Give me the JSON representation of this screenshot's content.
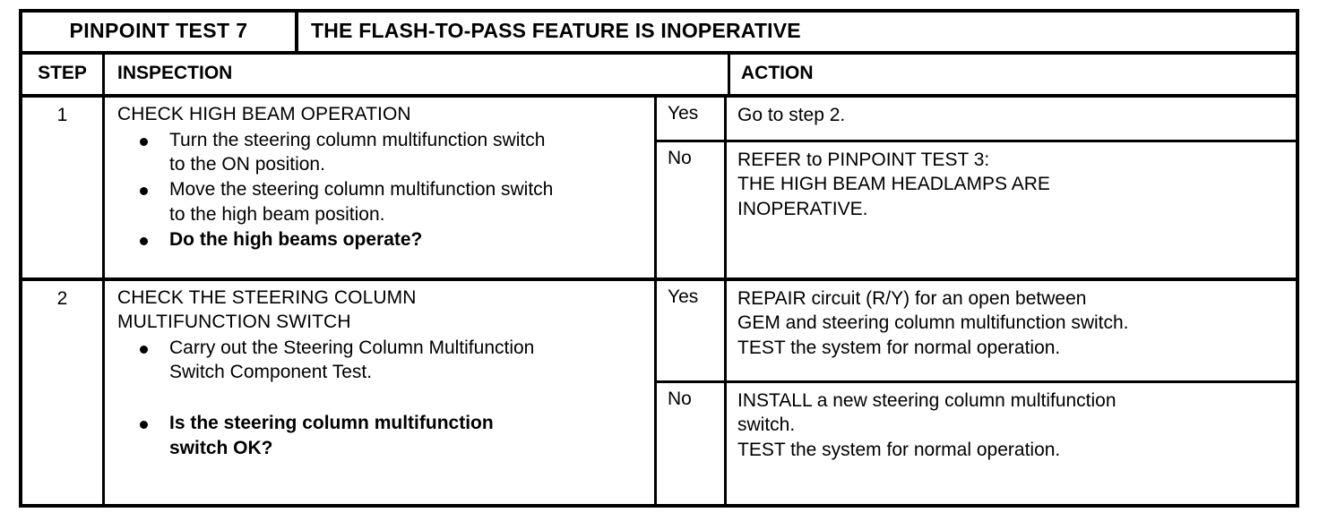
{
  "table": {
    "title": {
      "test_label": "PINPOINT TEST 7",
      "description": "THE FLASH-TO-PASS FEATURE IS INOPERATIVE"
    },
    "columns": {
      "step": "STEP",
      "inspection": "INSPECTION",
      "action": "ACTION"
    },
    "steps": [
      {
        "number": "1",
        "inspection_heading": [
          "CHECK HIGH BEAM OPERATION"
        ],
        "inspection_items": [
          {
            "bold": false,
            "gap": false,
            "lines": [
              "Turn the steering column multifunction switch",
              "to the ON position."
            ]
          },
          {
            "bold": false,
            "gap": false,
            "lines": [
              "Move the steering column multifunction switch",
              "to the high beam position."
            ]
          },
          {
            "bold": true,
            "gap": false,
            "lines": [
              "Do the high beams operate?"
            ]
          }
        ],
        "results": [
          {
            "answer": "Yes",
            "lines": [
              "Go to step 2."
            ]
          },
          {
            "answer": "No",
            "lines": [
              "REFER to  PINPOINT TEST 3:",
              "THE HIGH BEAM HEADLAMPS ARE",
              "INOPERATIVE."
            ]
          }
        ]
      },
      {
        "number": "2",
        "inspection_heading": [
          "CHECK THE STEERING COLUMN",
          "MULTIFUNCTION SWITCH"
        ],
        "inspection_items": [
          {
            "bold": false,
            "gap": false,
            "lines": [
              "Carry out the Steering Column Multifunction",
              "Switch Component Test."
            ]
          },
          {
            "bold": true,
            "gap": true,
            "lines": [
              "Is the steering column multifunction",
              "switch OK?"
            ]
          }
        ],
        "results": [
          {
            "answer": "Yes",
            "lines": [
              "REPAIR circuit (R/Y) for an open between",
              "GEM and steering column multifunction switch.",
              "TEST the system for normal operation."
            ]
          },
          {
            "answer": "No",
            "lines": [
              "INSTALL a new steering column multifunction",
              "switch.",
              "TEST the system for normal operation."
            ]
          }
        ]
      }
    ]
  }
}
